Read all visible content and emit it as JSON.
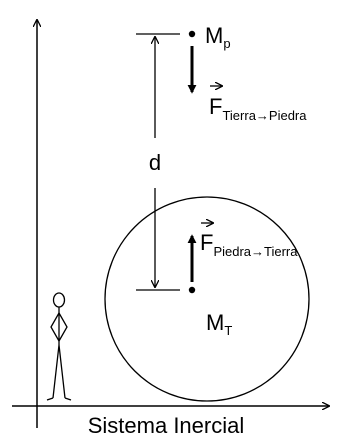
{
  "diagram": {
    "stone_mass": {
      "symbol": "M",
      "subscript": "p"
    },
    "earth_mass": {
      "symbol": "M",
      "subscript": "T"
    },
    "force_on_stone": {
      "symbol": "F",
      "subscript": "Tierra→Piedra"
    },
    "force_on_earth": {
      "symbol": "F",
      "subscript": "Piedra→Tierra"
    },
    "distance_label": "d",
    "frame_label": "Sistema Inercial",
    "stroke_color": "#000000",
    "background_color": "#ffffff"
  }
}
